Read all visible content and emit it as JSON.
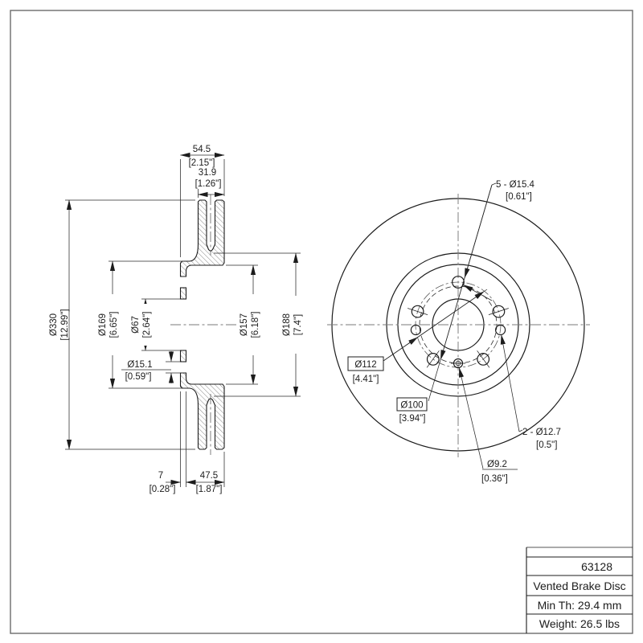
{
  "page": {
    "background": "#ffffff",
    "frame_color": "#6b6b6b",
    "line_color": "#1c1c1c",
    "centerline_color": "#7a7a7a"
  },
  "title_block": {
    "part_number": "63128",
    "product_type": "Vented Brake Disc",
    "min_thickness": "Min Th: 29.4 mm",
    "weight": "Weight: 26.5 lbs"
  },
  "section_view": {
    "overall_width_mm": "54.5",
    "overall_width_in": "[2.15\"]",
    "ring_width_mm": "31.9",
    "ring_width_in": "[1.26\"]",
    "outer_diameter_mm": "Ø330",
    "outer_diameter_in": "[12.99\"]",
    "hat_diameter_mm": "Ø169",
    "hat_diameter_in": "[6.65\"]",
    "bore_diameter_mm": "Ø67",
    "bore_diameter_in": "[2.64\"]",
    "lug_hole_mm": "Ø15.1",
    "lug_hole_in": "[0.59\"]",
    "inner_pad_diameter_mm": "Ø157",
    "inner_pad_diameter_in": "[6.18\"]",
    "outer_pad_diameter_mm": "Ø188",
    "outer_pad_diameter_in": "[7.4\"]",
    "hat_wall_mm": "7",
    "hat_wall_in": "[0.28\"]",
    "hat_depth_mm": "47.5",
    "hat_depth_in": "[1.87\"]"
  },
  "front_view": {
    "lug_holes": "5 - Ø15.4",
    "lug_holes_in": "[0.61\"]",
    "bolt_circle_mm": "Ø112",
    "bolt_circle_in": "[4.41\"]",
    "inner_circle_mm": "Ø100",
    "inner_circle_in": "[3.94\"]",
    "pin_holes": "2 - Ø12.7",
    "pin_holes_in": "[0.5\"]",
    "sensor_hole": "Ø9.2",
    "sensor_hole_in": "[0.36\"]"
  }
}
